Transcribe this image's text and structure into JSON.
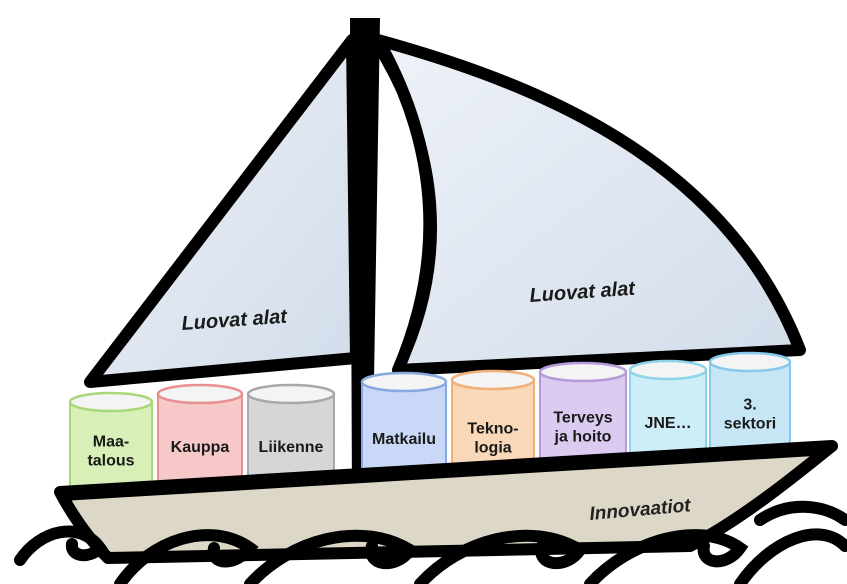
{
  "sails": {
    "left_label": "Luovat alat",
    "right_label": "Luovat alat"
  },
  "hull": {
    "label": "Innovaatiot"
  },
  "barrels": [
    {
      "lines": [
        "Maa-",
        "talous"
      ],
      "color": "#d8f0b8",
      "edge": "#a8d878"
    },
    {
      "lines": [
        "Kauppa"
      ],
      "color": "#f6c8c8",
      "edge": "#e89090"
    },
    {
      "lines": [
        "Liikenne"
      ],
      "color": "#d6d6d6",
      "edge": "#a8a8a8"
    },
    {
      "lines": [
        "Matkailu"
      ],
      "color": "#c8d8f6",
      "edge": "#88a8e0"
    },
    {
      "lines": [
        "Tekno-",
        "logia"
      ],
      "color": "#f8d8b8",
      "edge": "#f0b078"
    },
    {
      "lines": [
        "Terveys",
        "ja hoito"
      ],
      "color": "#dccbf0",
      "edge": "#b49ad8"
    },
    {
      "lines": [
        "JNE…"
      ],
      "color": "#cdeef6",
      "edge": "#8cd4ea"
    },
    {
      "lines": [
        "3.",
        "sektori"
      ],
      "color": "#c6e6f6",
      "edge": "#88c8ea"
    }
  ],
  "colors": {
    "sail_fill": "#dde6f0",
    "hull_fill": "#dcd7c6",
    "outline": "#000000"
  }
}
